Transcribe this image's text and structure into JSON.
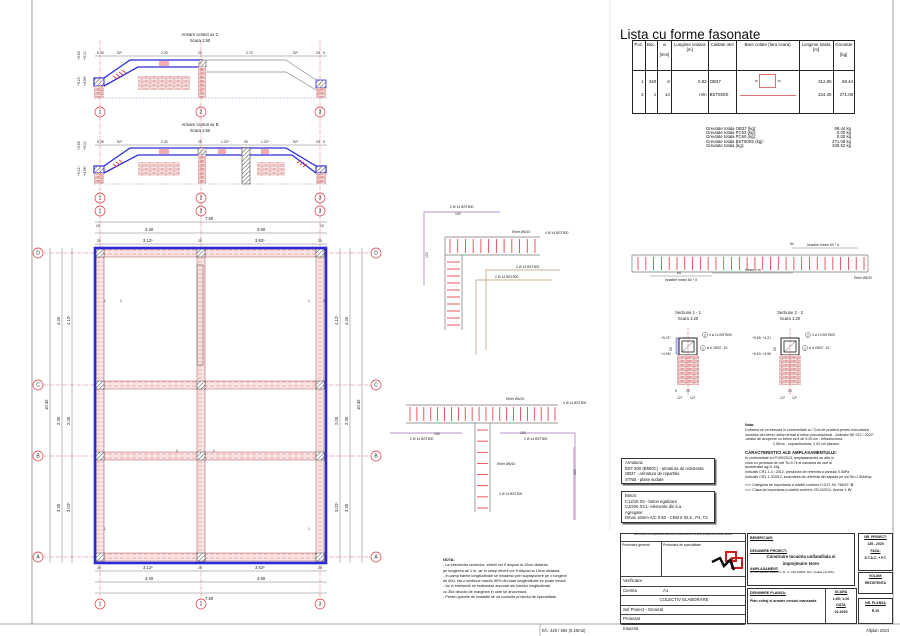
{
  "elevation_c": {
    "title": "Armare centuri ax C",
    "scale": "Scara 1:50",
    "dims": [
      "5",
      "25",
      "92⁵",
      "2.20",
      "25",
      "2.70",
      "92⁵",
      "25",
      "5"
    ],
    "levels": [
      "+5.65",
      "+5.00",
      "+5.21⁵",
      "+4.96⁵"
    ]
  },
  "elevation_b": {
    "title": "Armare centuri ax B",
    "scale": "Scara 1:50",
    "dims": [
      "5",
      "25",
      "92⁵",
      "2.20",
      "25",
      "1.22⁵",
      "25",
      "1.22⁵",
      "92⁵",
      "25",
      "5"
    ],
    "levels": [
      "+5.65",
      "+5.00",
      "+5.21⁵",
      "+4.96⁵"
    ]
  },
  "axes": {
    "cols": [
      "1",
      "2",
      "3"
    ],
    "rows": [
      "D",
      "C",
      "B",
      "A"
    ]
  },
  "plan": {
    "total": "7.60",
    "spans": [
      "3.40",
      "3.90"
    ],
    "edge": "15",
    "clear": [
      "25",
      "3.12⁵",
      "25",
      "3.62⁵",
      "25"
    ],
    "left_outer": "10.30",
    "left_spans": [
      "4.40",
      "2.30",
      "3.30"
    ],
    "left_clear": [
      "4.12⁵",
      "2.05",
      "3.02⁵"
    ],
    "section_marks": [
      "1",
      "2"
    ]
  },
  "corner_detail": {
    "bar_top": "2 Ø 14 BST500",
    "len100": "100",
    "len_side": "100",
    "stirrup": "Etrier Ø6/10",
    "bar_main": "4 Ø 14 BST500",
    "bar_mid1": "2 Ø 14 BST500",
    "bar_mid2": "2 Ø 14 BST500",
    "spacing": "10"
  },
  "t_detail": {
    "stirrup": "Etrier Ø6/10",
    "bar_main": "4 Ø 14 BST500",
    "bar_left": "2 Ø 14 BST500",
    "bar_right": "2 Ø 14 BST500",
    "len": "100",
    "stirrup2": "Etrier Ø6/10",
    "bar_vert": "4 Ø 14 BST500",
    "len_side": "100"
  },
  "lap_detail": {
    "overlap_top": "84",
    "overlap_label": "innadire minim 60 * d",
    "overlap_bottom": "84",
    "min_label": "minim 1 m",
    "stirrup": "Etrier Ø6/10"
  },
  "section_1": {
    "title": "Sectiune 1 - 1",
    "scale": "Scara 1:20",
    "bar": "4 ø 14 BST500",
    "stirrup": "ø 6 OB37 -15",
    "levels": [
      "+5.21⁵",
      "+4.96⁵"
    ],
    "height": "25",
    "dims": [
      "5",
      "25",
      "12⁵",
      "12⁵"
    ],
    "marks": [
      "2",
      "1"
    ]
  },
  "section_2": {
    "title": "Sectiune 2 - 2",
    "scale": "Scara 1:20",
    "bar": "4 ø 14 BST500",
    "stirrup": "ø 6 OB37 -15",
    "levels": [
      "+5.65; +4.21",
      "+5.60; +4.96"
    ],
    "height": "25",
    "dims": [
      "25",
      "12⁵",
      "12⁵"
    ],
    "marks": [
      "2",
      "1"
    ]
  },
  "materials": {
    "armatura": [
      "Armatura:",
      "BST 500 (B500C) - armatura de rezistenta",
      "OB37 - armatura de repartitie",
      "STNB - plase sudate"
    ],
    "beton": [
      "Beton:",
      "C12/15 X0 - beton egalizare",
      "C20/25 XC1- elemente din b.a.",
      "Agregate:",
      "Dmax 16mm A/C 0.50 - CEM II 32.5 , P4, T3"
    ]
  },
  "bar_list": {
    "title": "Lista cu forme fasonate",
    "headers": [
      "Poz.",
      "Buc.",
      "ø",
      "Lungime unitara",
      "Calitate otel",
      "Bare cotate (fara scara)",
      "Lungime totala",
      "Greutate"
    ],
    "units": [
      "",
      "",
      "[mm]",
      "[m]",
      "",
      "",
      "[m]",
      "[kg]"
    ],
    "rows": [
      {
        "poz": "1",
        "buc": "340",
        "diam": "6",
        "len": "0.92",
        "steel": "OB37",
        "shape_dims": [
          "15",
          "15"
        ],
        "total": "312.80",
        "weight": "69.44"
      },
      {
        "poz": "2",
        "buc": "1",
        "diam": "14",
        "len": "m/n",
        "steel": "BST500S",
        "shape_dims": [],
        "total": "224.40",
        "weight": "271.08"
      }
    ],
    "sums": [
      {
        "label": "Greutate totala OB37 (kg):",
        "value": "69.44 kg"
      },
      {
        "label": "Greutate totala PC52 (kg):",
        "value": "0.00 kg"
      },
      {
        "label": "Greutate totala PC60 (kg):",
        "value": "0.00 kg"
      },
      {
        "label": "Greutate totala BST500S (kg):",
        "value": "271.08 kg"
      },
      {
        "label": "Greutate totala (kg):",
        "value": "340.52 kg"
      }
    ]
  },
  "nota_right": {
    "title": "Nota:",
    "lines": [
      "Cofrarea se va executa in conformitate cu \"Cod de practica pentru executarea",
      "lucrarilor din beton, beton armat si beton precomprimat - Indicativ NE 012 / 2022\"",
      "-stratul de acoperire cu beton va fi de 5.00 cm - infrastructura",
      "2.50cm - suprastructura; 2.00 cm planseu"
    ],
    "site_title": "CARACTERISTICI ALE AMPLASAMENTULUI:",
    "site_lines": [
      "In conformitate cu P100/2013, amplasamentul se afla in",
      "zona cu perioada de colt Tc=0.7s si valoarea de varf al",
      "acceleratiei ag=0.15g.",
      "Indicativ CR1-1-4 / 2012, presiunea de referinta a vantului 0.5kPa",
      "Indicativ CR1-1-3/2012, incarcarea de referinta din zapada pe sol Sk=1.5kN/mp"
    ],
    "class1": ">>> Categoria de importanta a cladirii conform H.G.R. Nr. 766/97:",
    "class1_val": "D",
    "class2": ">>> Clasa de importanta a cladirii conform CR-0/2012- Anexa 1:",
    "class2_val": "IV"
  },
  "nota_left": {
    "title": "NOTA:",
    "lines": [
      "- La intersectia centurilor, etrierii vor fi dispusi la 10cm distanta",
      "pe lungimea de 1 m, iar in camp etrierii vor fi dispusi la 15cm distanta.",
      "- In camp barele longitudinale se innadesc prin suprapunere pe o lungime",
      "de 60d, intr-o sectiune maxim 50% din bare longitudinale se poate innadi.",
      "- Iar in intersectii se realizeaza ancorari ale barelor longitudinale",
      "cu 30d dincolo de marginea in care se ancoreaza.",
      "- Pentru golurile de instalatii se va consulta proiectul de specialitate."
    ]
  },
  "title_block": {
    "disclaimer": "Acest proiect este proprietatea intelectuala a proiectantului si nu poate fi utilizat fara acordul acestuia",
    "proiectant_general": "Proiectant general",
    "proiectant_specialitate": "Proiectant de specialitate",
    "verificator": "Verificator",
    "cerinta": "Cerinta",
    "cerinta_val": "A1",
    "colectiv": "COLECTIV ELABORARE",
    "sef_proiect": "Sef Proiect - General",
    "proiectat": "Proiectat",
    "intocmit": "Intocmit",
    "beneficiar": "BENEFICIAR:",
    "denumire_proiect_label": "DENUMIRE PROIECT:",
    "denumire_proiect": "Construire locuinta unifamiliala si",
    "denumire_proiect2": "imprejmuire teren",
    "amplasament_label": "AMPLASAMENT:",
    "amplasament": "str. Ion Popescu Voitesti, nr. 41, nr. CAD 184846, Mun. Oradea, jud. Bihor",
    "denumire_plansa_label": "DENUMIRE PLANSA:",
    "denumire_plansa": "Plan cofraj si armare centuri mansarda",
    "scara_label": "SCARA",
    "scara": "1:50; 1:20",
    "data_label": "DATA",
    "data": "02.2025",
    "nr_proiect_label": "NR. PROIECT:",
    "nr_proiect": "135 - 2025",
    "faza_label": "FAZA:",
    "faza": "D.T.A.C. + P.T.",
    "volum_label": "VOLUM:",
    "volum": "REZISTENTA",
    "nr_plansa_label": "NR. PLANSA",
    "nr_plansa": "R.15"
  },
  "footer": {
    "format": "h/l= 420 / 594 (0.25m2)",
    "software": "Allplan 2024"
  },
  "colors": {
    "beam": "#2a2ad6",
    "rebar": "#e0303a",
    "axis": "#d9363e",
    "purple": "#c8a8d8",
    "tan": "#d8c0a8",
    "brick": "#c85050"
  }
}
